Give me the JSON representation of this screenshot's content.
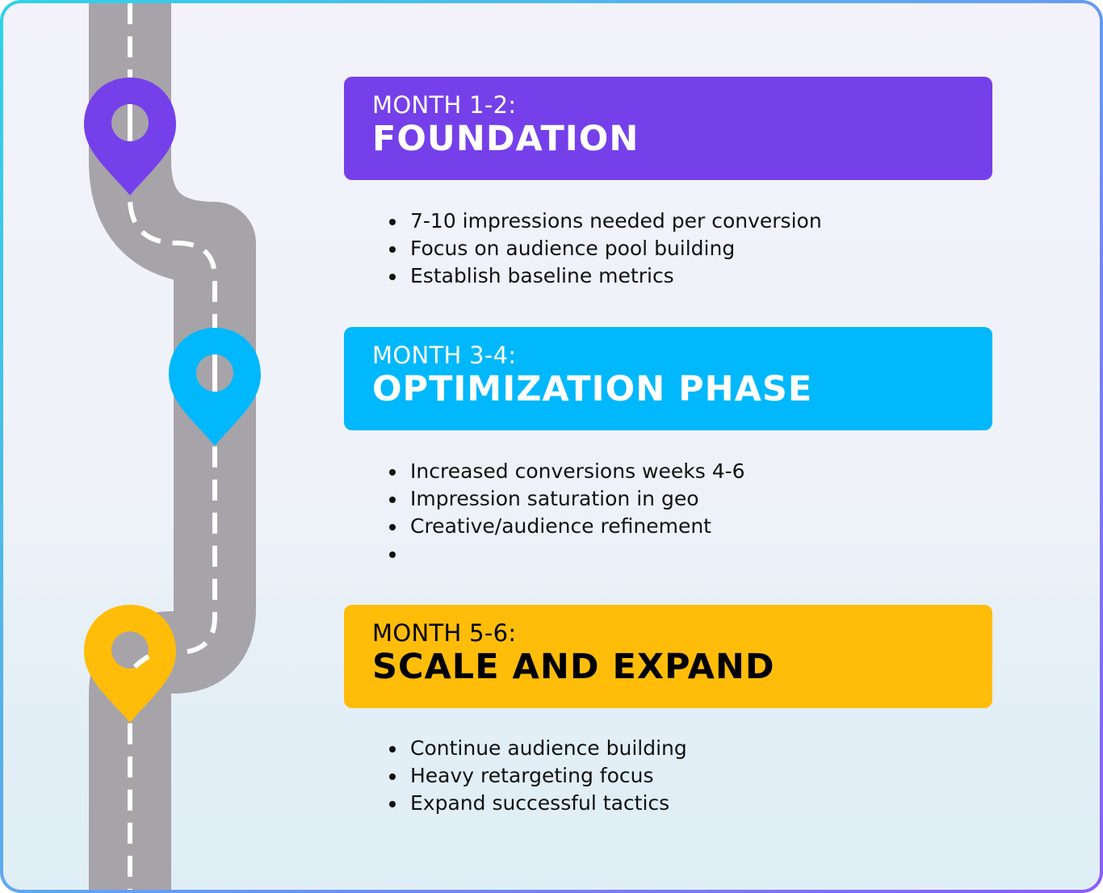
{
  "colors": {
    "road": "#a7a4a9",
    "road_dash": "#ffffff",
    "phase1": "#7540ea",
    "phase2": "#00b8fb",
    "phase3": "#ffbd09",
    "frame_gradient_start": "#2fd3e8",
    "frame_gradient_end": "#8b5cf6"
  },
  "icons": [
    "map-pin-icon",
    "map-pin-icon",
    "map-pin-icon"
  ],
  "phases": [
    {
      "month": "MONTH 1-2:",
      "title": "FOUNDATION",
      "bullets": [
        "7-10 impressions needed per conversion",
        "Focus on audience pool building",
        "Establish baseline metrics"
      ]
    },
    {
      "month": "MONTH 3-4:",
      "title": "OPTIMIZATION PHASE",
      "bullets": [
        "Increased conversions weeks 4-6",
        "Impression saturation in geo",
        "Creative/audience refinement",
        ""
      ]
    },
    {
      "month": "MONTH 5-6:",
      "title": "SCALE AND EXPAND",
      "bullets": [
        "Continue audience building",
        "Heavy retargeting focus",
        "Expand successful tactics"
      ]
    }
  ]
}
